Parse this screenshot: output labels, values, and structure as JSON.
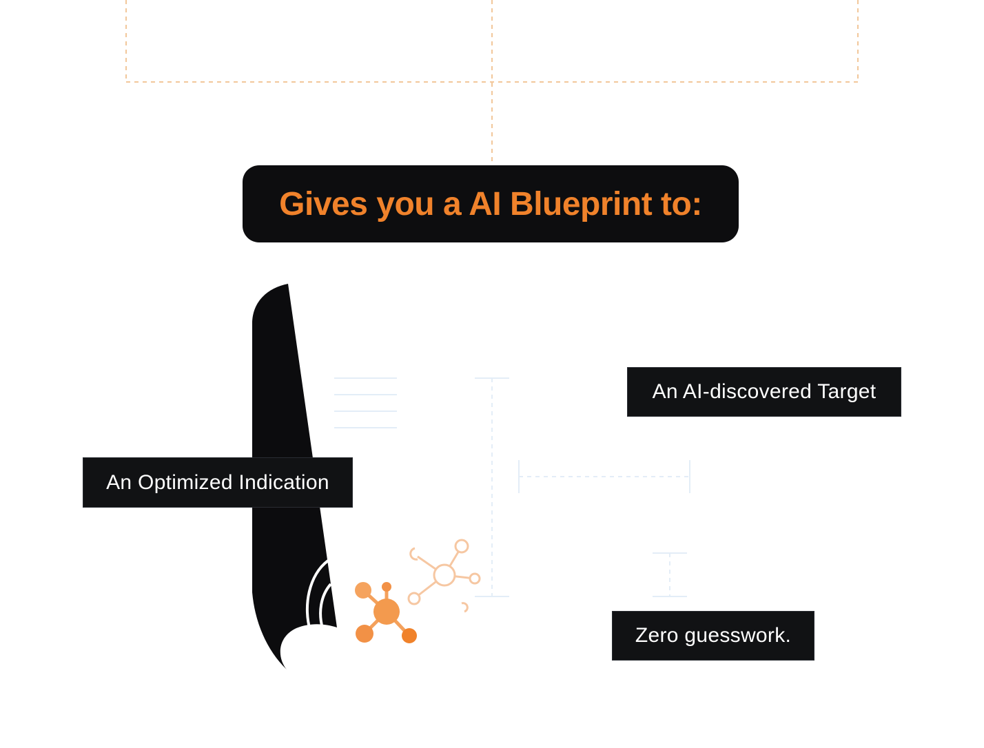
{
  "title": "Gives you a AI Blueprint to:",
  "labels": {
    "target": "An AI-discovered Target",
    "indication": "An Optimized Indication",
    "zero": "Zero guesswork."
  },
  "colors": {
    "accent": "#f0822b",
    "accent_light": "#f6c7a2",
    "dark": "#0d0d0f",
    "dashed_orange": "#f2c79a",
    "dashed_blue": "#dbe8f4"
  },
  "icons": [
    "molecule-icon",
    "molecule-outline-icon",
    "nib-shape"
  ]
}
